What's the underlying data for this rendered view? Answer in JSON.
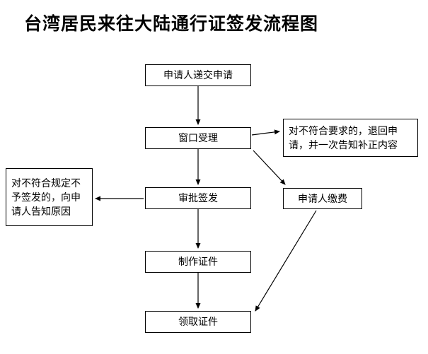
{
  "title": "台湾居民来往大陆通行证签发流程图",
  "flowchart": {
    "type": "flowchart",
    "nodes": {
      "submit": {
        "label": "申请人递交申请"
      },
      "window": {
        "label": "窗口受理"
      },
      "approve": {
        "label": "审批签发"
      },
      "produce": {
        "label": "制作证件"
      },
      "collect": {
        "label": "领取证件"
      },
      "pay": {
        "label": "申请人缴费"
      },
      "return_note": {
        "label": "对不符合要求的，退回申请，并一次告知补正内容"
      },
      "reject_note": {
        "label": "对不符合规定不予签发的，向申请人告知原因"
      }
    },
    "edges": [
      {
        "from": "submit",
        "to": "window"
      },
      {
        "from": "window",
        "to": "approve"
      },
      {
        "from": "window",
        "to": "return_note"
      },
      {
        "from": "window",
        "to": "pay"
      },
      {
        "from": "approve",
        "to": "reject_note"
      },
      {
        "from": "approve",
        "to": "produce"
      },
      {
        "from": "produce",
        "to": "collect"
      },
      {
        "from": "pay",
        "to": "collect"
      }
    ],
    "colors": {
      "border": "#000000",
      "background": "#ffffff",
      "text": "#000000"
    }
  }
}
